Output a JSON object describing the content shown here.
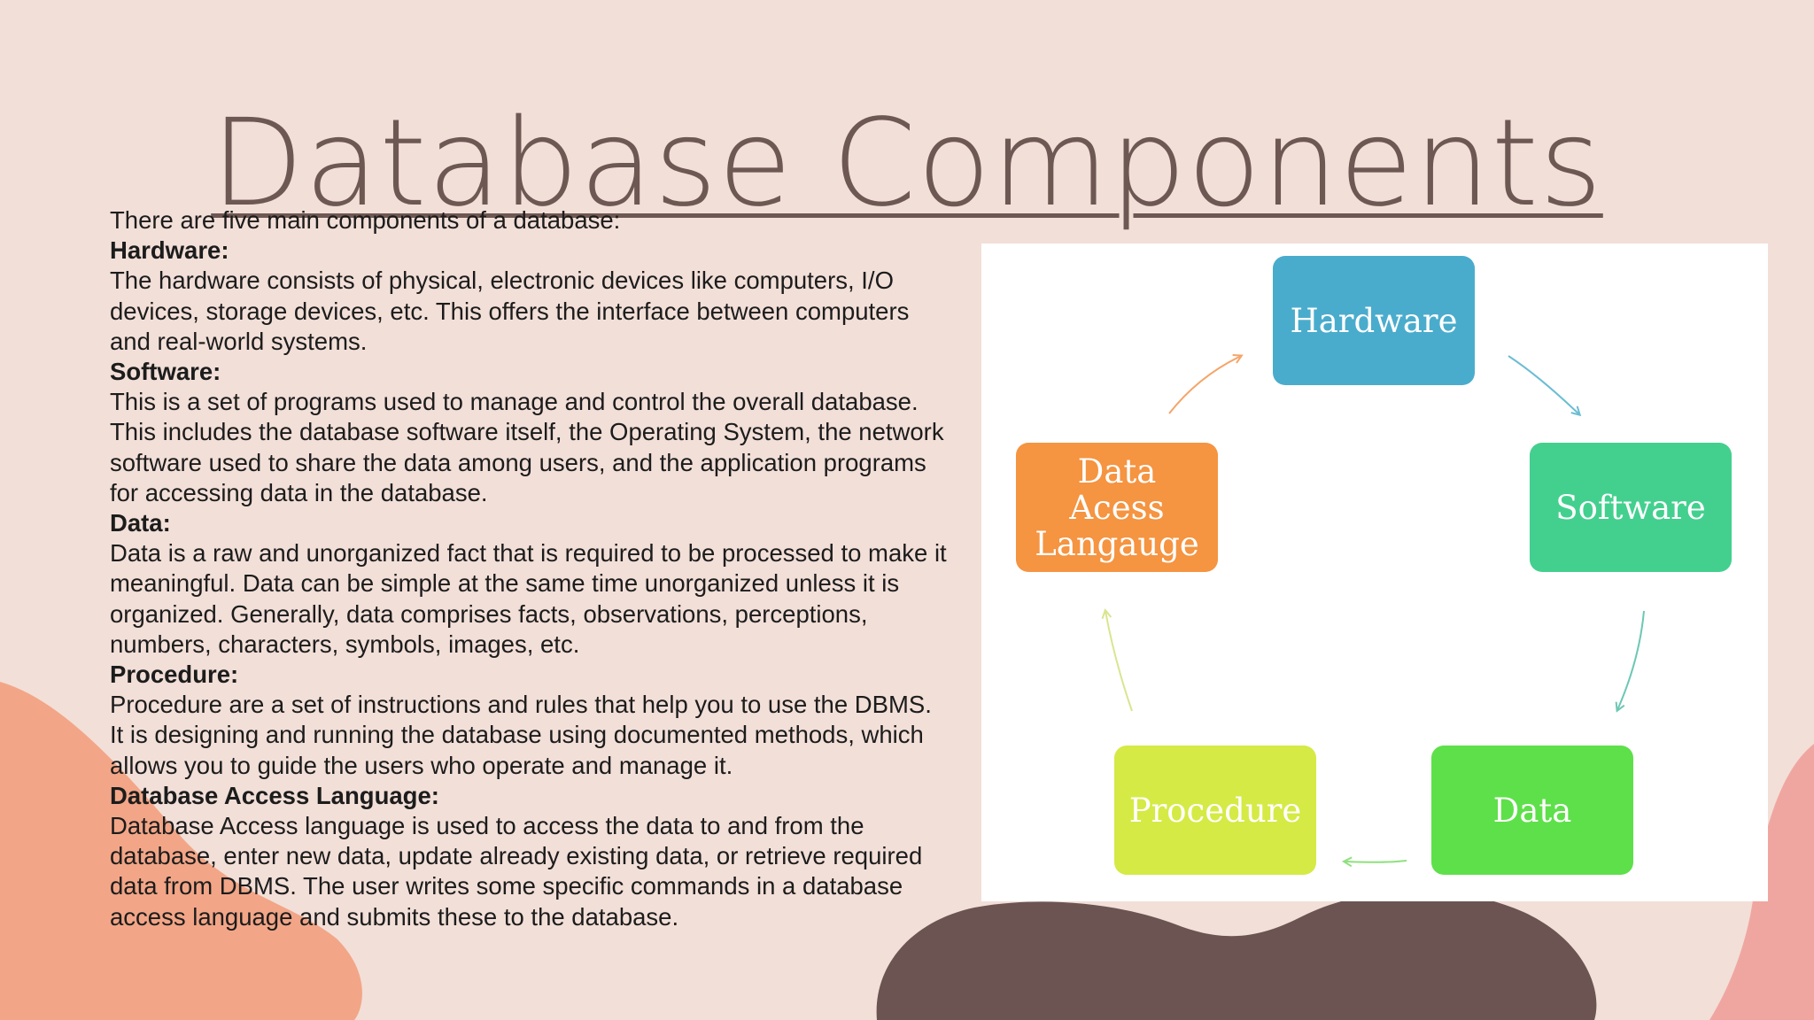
{
  "title": "Database Components",
  "content": {
    "intro": "There are five main components of a database:",
    "sections": [
      {
        "heading": "Hardware:",
        "text": "The hardware consists of physical, electronic devices like computers, I/O devices, storage devices, etc. This offers the interface between computers and real-world systems."
      },
      {
        "heading": "Software:",
        "text": "This is a set of programs used to manage and control the overall database. This includes the database software itself, the Operating System, the network software used to share the data among users, and the application programs for accessing data in the database."
      },
      {
        "heading": "Data:",
        "text": "Data is a raw and unorganized fact that is required to be processed to make it meaningful. Data can be simple at the same time unorganized unless it is organized. Generally, data comprises facts, observations, perceptions, numbers, characters, symbols, images, etc."
      },
      {
        "heading": "Procedure:",
        "text": "Procedure are a set of instructions and rules that help you to use the DBMS. It is designing and running the database using documented methods, which allows you to guide the users who operate and manage it."
      },
      {
        "heading": "Database Access Language:",
        "text": "Database Access language is used to access the data to and from the database, enter new data, update already existing data, or retrieve required data from DBMS. The user writes some specific commands in a database access language and submits these to the database."
      }
    ]
  },
  "diagram": {
    "nodes": [
      {
        "label": "Hardware",
        "color": "#4aaccc"
      },
      {
        "label": "Software",
        "color": "#43d08e"
      },
      {
        "label": "Data",
        "color": "#5ee04a"
      },
      {
        "label": "Procedure",
        "color": "#d5ea45"
      },
      {
        "label": "Data Acess Langauge",
        "color": "#f59441"
      }
    ],
    "arrow_colors": [
      "#6cbdd2",
      "#6cc7b4",
      "#8fe07f",
      "#d9e590",
      "#f5a56a"
    ]
  },
  "background": {
    "base": "#f2dfd8",
    "blob_left": "#f1a283",
    "blob_center": "#6b5452",
    "blob_right": "#f0a09a"
  }
}
